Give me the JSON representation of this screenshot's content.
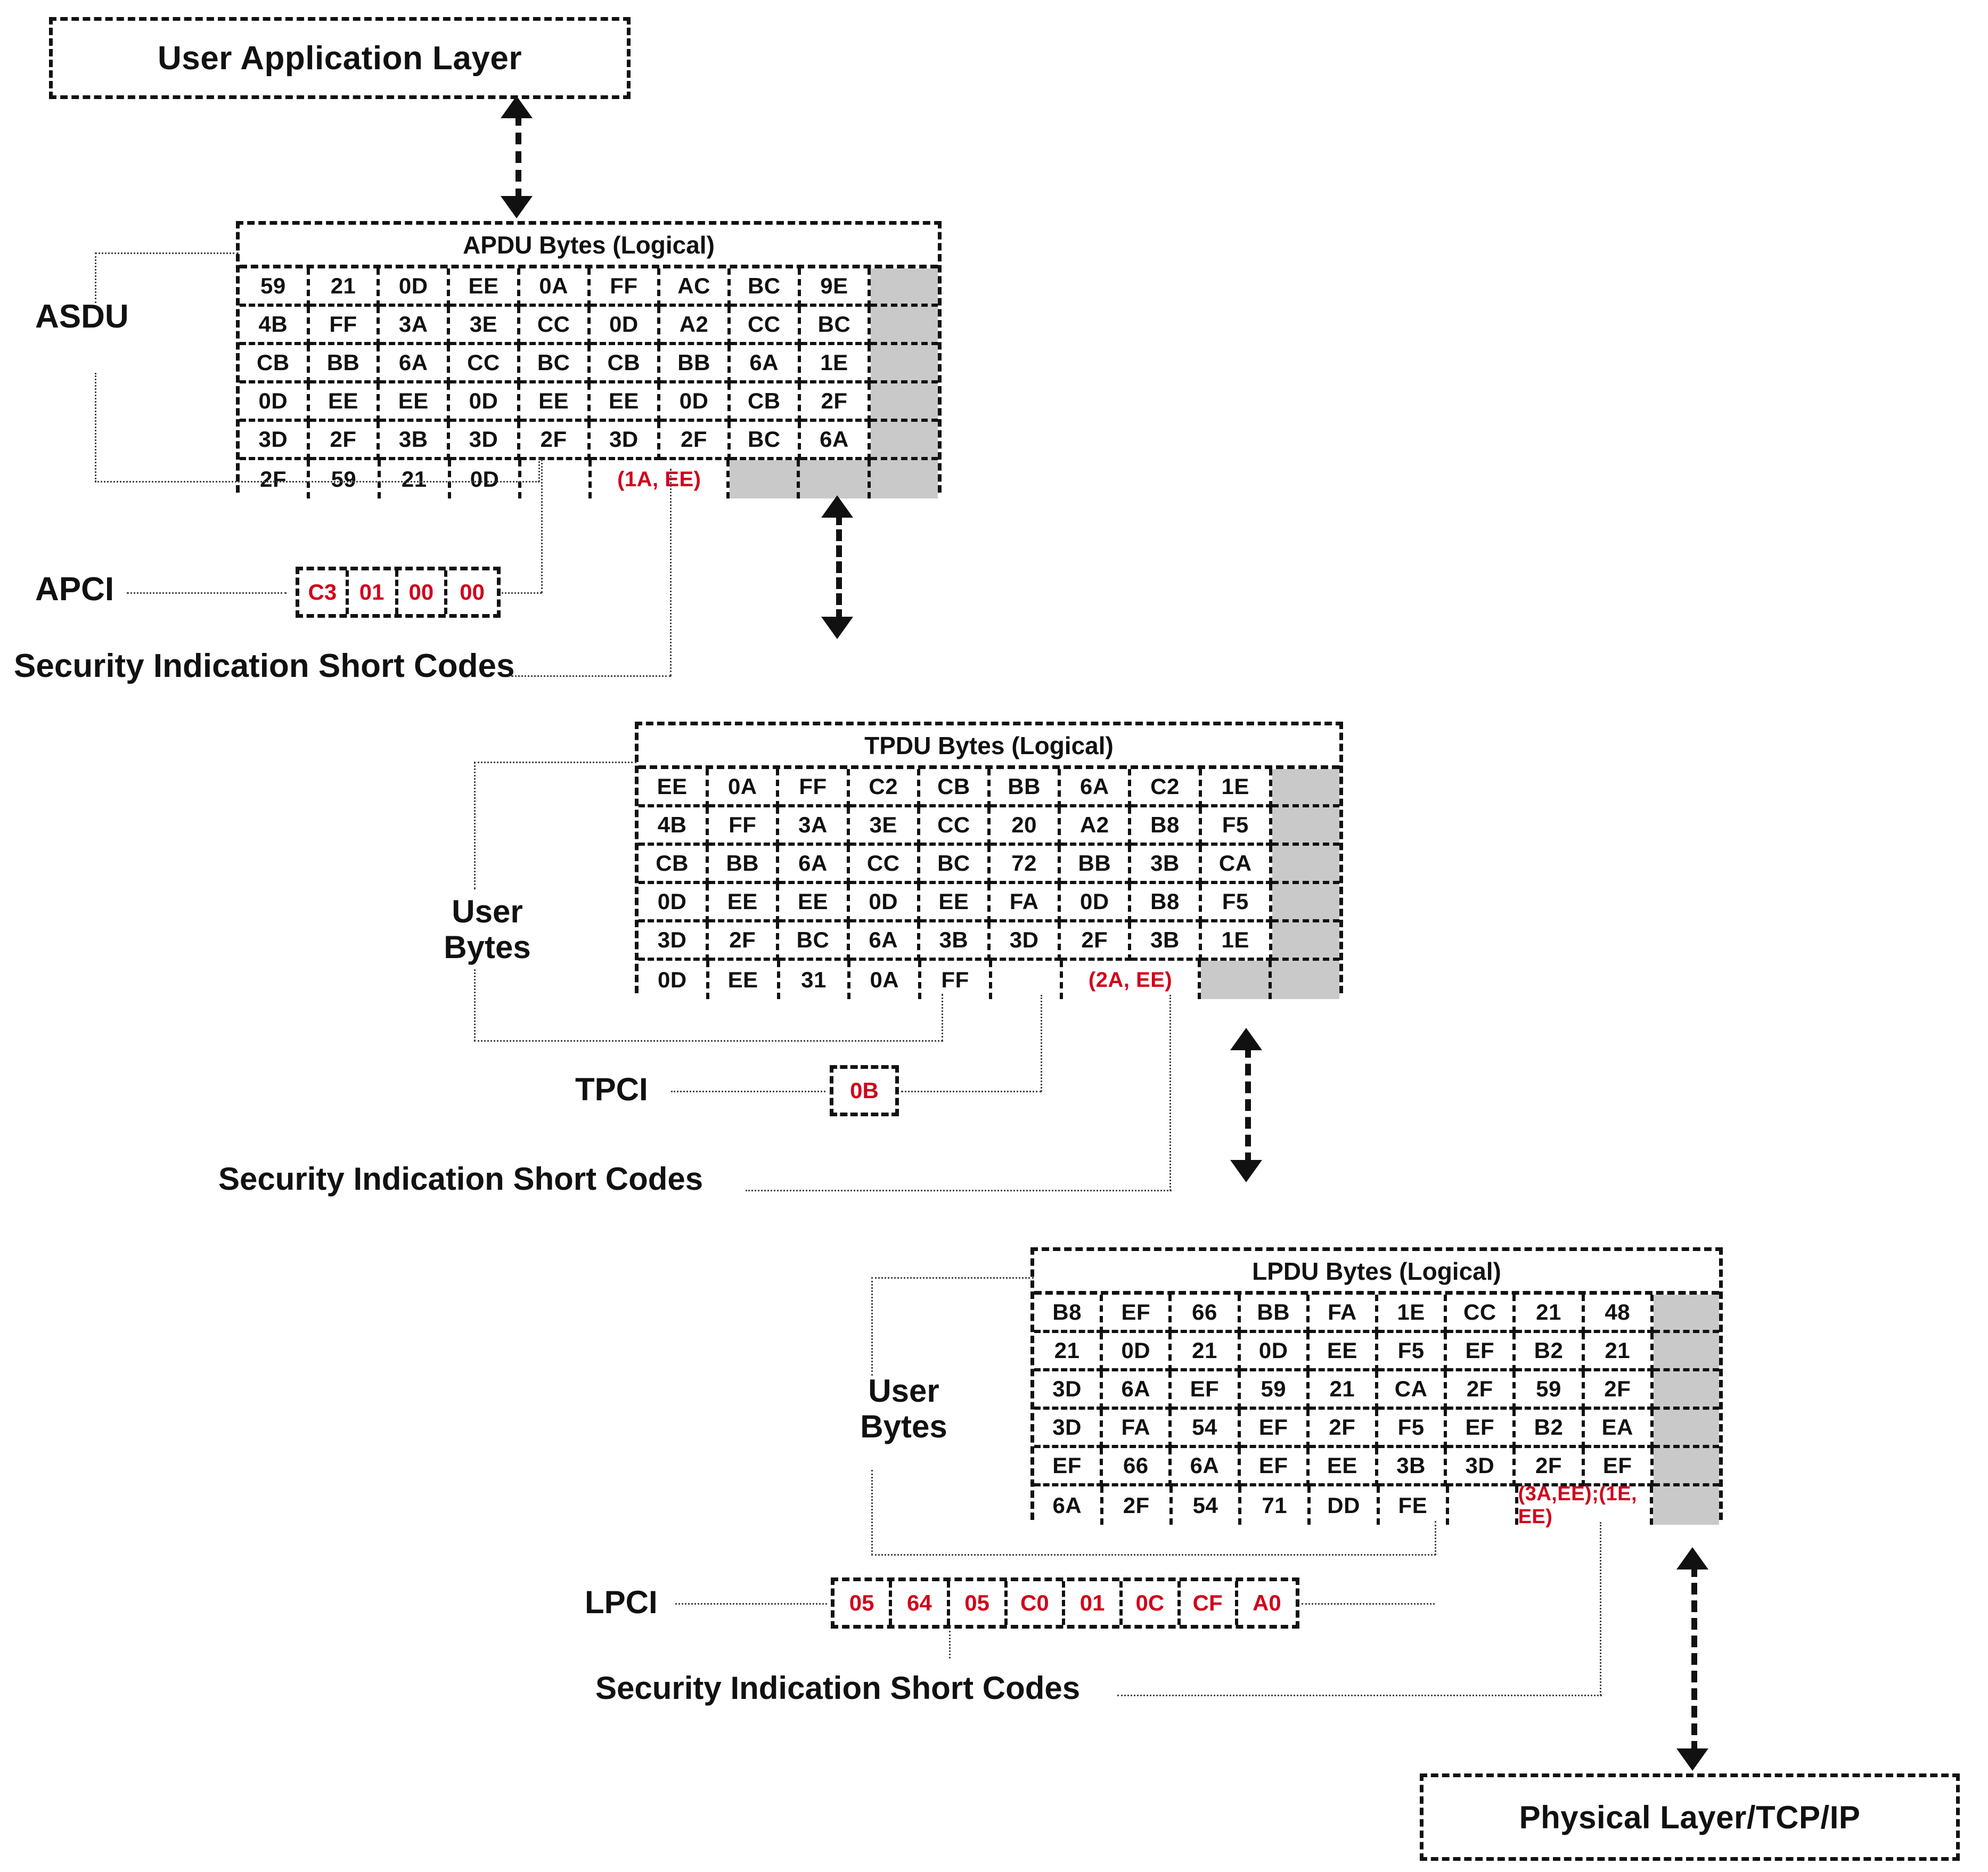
{
  "layers": {
    "top": "User Application Layer",
    "bottom": "Physical Layer/TCP/IP"
  },
  "labels": {
    "asdu": "ASDU",
    "apci": "APCI",
    "tpci": "TPCI",
    "lpci": "LPCI",
    "user_bytes_l1": "User",
    "user_bytes_l2": "Bytes",
    "security_codes": "Security Indication Short Codes"
  },
  "colors": {
    "red": "#d0021b",
    "gray": "#c9c9c9",
    "ink": "#111111"
  },
  "apdu": {
    "title": "APDU Bytes (Logical)",
    "rows": [
      [
        "59",
        "21",
        "0D",
        "EE",
        "0A",
        "FF",
        "AC",
        "BC",
        "9E"
      ],
      [
        "4B",
        "FF",
        "3A",
        "3E",
        "CC",
        "0D",
        "A2",
        "CC",
        "BC"
      ],
      [
        "CB",
        "BB",
        "6A",
        "CC",
        "BC",
        "CB",
        "BB",
        "6A",
        "1E"
      ],
      [
        "0D",
        "EE",
        "EE",
        "0D",
        "EE",
        "EE",
        "0D",
        "CB",
        "2F"
      ],
      [
        "3D",
        "2F",
        "3B",
        "3D",
        "2F",
        "3D",
        "2F",
        "BC",
        "6A"
      ],
      [
        "2F",
        "59",
        "21",
        "0D",
        "",
        ""
      ]
    ],
    "last_row_red": "(1A, EE)"
  },
  "tpdu": {
    "title": "TPDU Bytes (Logical)",
    "rows": [
      [
        "EE",
        "0A",
        "FF",
        "C2",
        "CB",
        "BB",
        "6A",
        "C2",
        "1E"
      ],
      [
        "4B",
        "FF",
        "3A",
        "3E",
        "CC",
        "20",
        "A2",
        "B8",
        "F5"
      ],
      [
        "CB",
        "BB",
        "6A",
        "CC",
        "BC",
        "72",
        "BB",
        "3B",
        "CA"
      ],
      [
        "0D",
        "EE",
        "EE",
        "0D",
        "EE",
        "FA",
        "0D",
        "B8",
        "F5"
      ],
      [
        "3D",
        "2F",
        "BC",
        "6A",
        "3B",
        "3D",
        "2F",
        "3B",
        "1E"
      ],
      [
        "0D",
        "EE",
        "31",
        "0A",
        "FF",
        ""
      ]
    ],
    "last_row_red": "(2A, EE)"
  },
  "lpdu": {
    "title": "LPDU Bytes (Logical)",
    "rows": [
      [
        "B8",
        "EF",
        "66",
        "BB",
        "FA",
        "1E",
        "CC",
        "21",
        "48"
      ],
      [
        "21",
        "0D",
        "21",
        "0D",
        "EE",
        "F5",
        "EF",
        "B2",
        "21"
      ],
      [
        "3D",
        "6A",
        "EF",
        "59",
        "21",
        "CA",
        "2F",
        "59",
        "2F"
      ],
      [
        "3D",
        "FA",
        "54",
        "EF",
        "2F",
        "F5",
        "EF",
        "B2",
        "EA"
      ],
      [
        "EF",
        "66",
        "6A",
        "EF",
        "EE",
        "3B",
        "3D",
        "2F",
        "EF"
      ],
      [
        "6A",
        "2F",
        "54",
        "71",
        "DD",
        "FE",
        ""
      ]
    ],
    "last_row_red": "(3A,EE);(1E, EE)"
  },
  "apci_bytes": [
    "C3",
    "01",
    "00",
    "00"
  ],
  "tpci_bytes": [
    "0B"
  ],
  "lpci_bytes": [
    "05",
    "64",
    "05",
    "C0",
    "01",
    "0C",
    "CF",
    "A0"
  ]
}
